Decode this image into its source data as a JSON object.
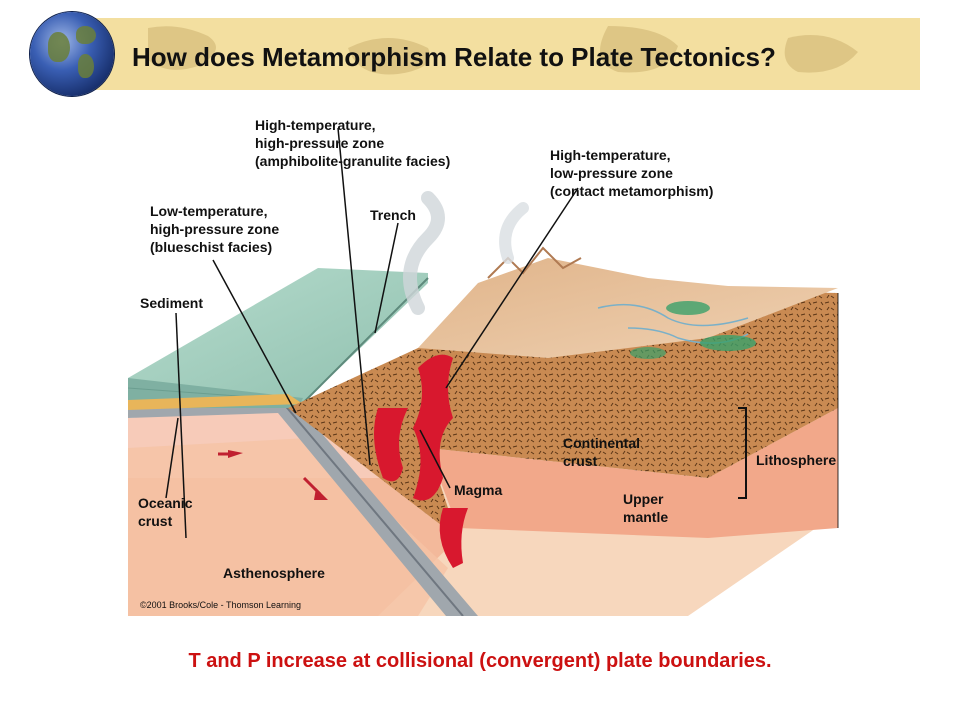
{
  "header": {
    "title": "How does Metamorphism Relate to Plate Tectonics?"
  },
  "diagram": {
    "labels": {
      "hthp": [
        "High-temperature,",
        "high-pressure zone",
        "(amphibolite-granulite facies)"
      ],
      "htlp": [
        "High-temperature,",
        "low-pressure zone",
        "(contact metamorphism)"
      ],
      "lthp": [
        "Low-temperature,",
        "high-pressure zone",
        "(blueschist facies)"
      ],
      "trench": "Trench",
      "sediment": "Sediment",
      "continental_crust": [
        "Continental",
        "crust"
      ],
      "lithosphere": "Lithosphere",
      "oceanic_crust": [
        "Oceanic",
        "crust"
      ],
      "magma": "Magma",
      "upper_mantle": [
        "Upper",
        "mantle"
      ],
      "asthenosphere": "Asthenosphere"
    },
    "copyright": "©2001 Brooks/Cole - Thomson Learning"
  },
  "caption": "T and P increase at collisional (convergent) plate boundaries.",
  "colors": {
    "title_text": "#111111",
    "caption_text": "#cc1111",
    "banner": "#f3dfa0",
    "ocean": "#9cc7b9",
    "magma": "#d8182e",
    "mantle": "#f2a88a",
    "asthenosphere": "#f7d7bd",
    "crust": "#c98a52"
  }
}
